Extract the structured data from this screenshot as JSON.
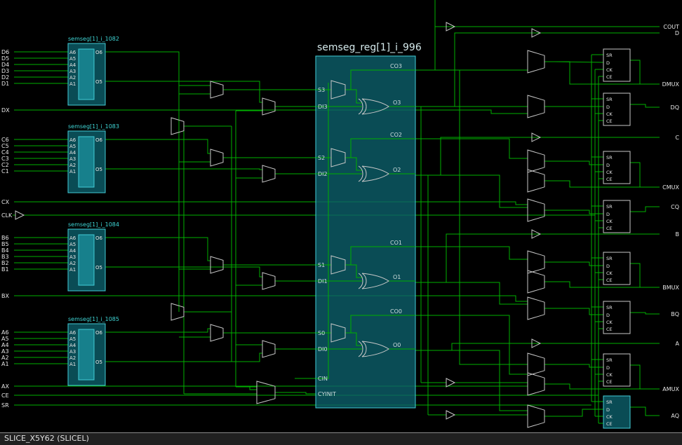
{
  "status_bar": {
    "text": "SLICE_X5Y62 (SLICEL)"
  },
  "site": {
    "name": "SLICE_X5Y62",
    "type": "SLICEL"
  },
  "left_pins": [
    "D6",
    "D5",
    "D4",
    "D3",
    "D2",
    "D1",
    "DX",
    "C6",
    "C5",
    "C4",
    "C3",
    "C2",
    "C1",
    "CX",
    "CLK",
    "B6",
    "B5",
    "B4",
    "B3",
    "B2",
    "B1",
    "BX",
    "A6",
    "A5",
    "A4",
    "A3",
    "A2",
    "A1",
    "AX",
    "CE",
    "SR"
  ],
  "right_pins": [
    "COUT",
    "D",
    "DMUX",
    "DQ",
    "C",
    "CMUX",
    "CQ",
    "B",
    "BMUX",
    "BQ",
    "A",
    "AMUX",
    "AQ"
  ],
  "luts": [
    {
      "name": "semseg[1]_i_1082",
      "inputs": [
        "A6",
        "A5",
        "A4",
        "A3",
        "A2",
        "A1"
      ],
      "outputs": [
        "O6",
        "O5"
      ]
    },
    {
      "name": "semseg[1]_i_1083",
      "inputs": [
        "A6",
        "A5",
        "A4",
        "A3",
        "A2",
        "A1"
      ],
      "outputs": [
        "O6",
        "O5"
      ]
    },
    {
      "name": "semseg[1]_i_1084",
      "inputs": [
        "A6",
        "A5",
        "A4",
        "A3",
        "A2",
        "A1"
      ],
      "outputs": [
        "O6",
        "O5"
      ]
    },
    {
      "name": "semseg[1]_i_1085",
      "inputs": [
        "A6",
        "A5",
        "A4",
        "A3",
        "A2",
        "A1"
      ],
      "outputs": [
        "O6",
        "O5"
      ]
    }
  ],
  "carry": {
    "name": "semseg_reg[1]_i_996",
    "stages": [
      {
        "co": "CO3",
        "s": "S3",
        "di": "DI3",
        "o": "O3"
      },
      {
        "co": "CO2",
        "s": "S2",
        "di": "DI2",
        "o": "O2"
      },
      {
        "co": "CO1",
        "s": "S1",
        "di": "DI1",
        "o": "O1"
      },
      {
        "co": "CO0",
        "s": "S0",
        "di": "DI0",
        "o": "O0"
      }
    ],
    "cin": "CIN",
    "cyinit": "CYINIT"
  },
  "flipflop_pins": {
    "sr": "SR",
    "d": "D",
    "ck": "CK",
    "ce": "CE"
  },
  "colors": {
    "background": "#000000",
    "wire": "#00b000",
    "outline": "#c8c8c8",
    "highlight_fill": "#0d5f6a",
    "highlight_fill2": "#1a8a96",
    "highlight_stroke": "#43cdd6",
    "pin_label": "#e6e6e6",
    "lut_name": "#3fd6d6",
    "carry_name": "#d5eaec",
    "status_bg": "#202020",
    "status_text": "#e0e0e0"
  }
}
